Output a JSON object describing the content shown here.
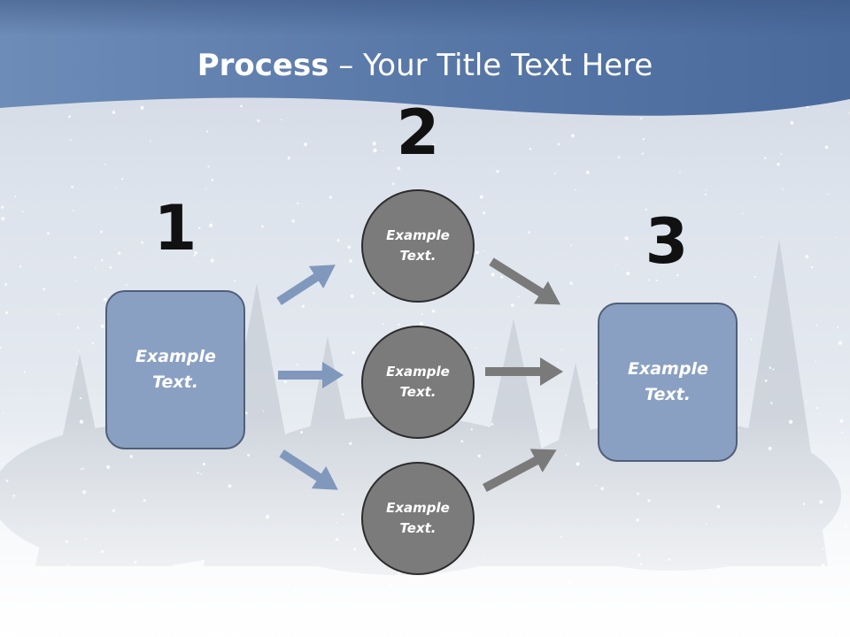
{
  "title": {
    "strong": "Process",
    "rest": " – Your Title Text Here"
  },
  "steps": {
    "one": "1",
    "two": "2",
    "three": "3"
  },
  "left_box": {
    "text": "Example Text."
  },
  "right_box": {
    "text": "Example Text."
  },
  "circles": [
    {
      "text": "Example Text."
    },
    {
      "text": "Example Text."
    },
    {
      "text": "Example Text."
    }
  ],
  "colors": {
    "header": "#4f6fa0",
    "box_fill": "#8aa0c2",
    "circle_fill": "#7b7b7b",
    "blue_arrow": "#8198bd",
    "gray_arrow": "#7a7a7a"
  }
}
